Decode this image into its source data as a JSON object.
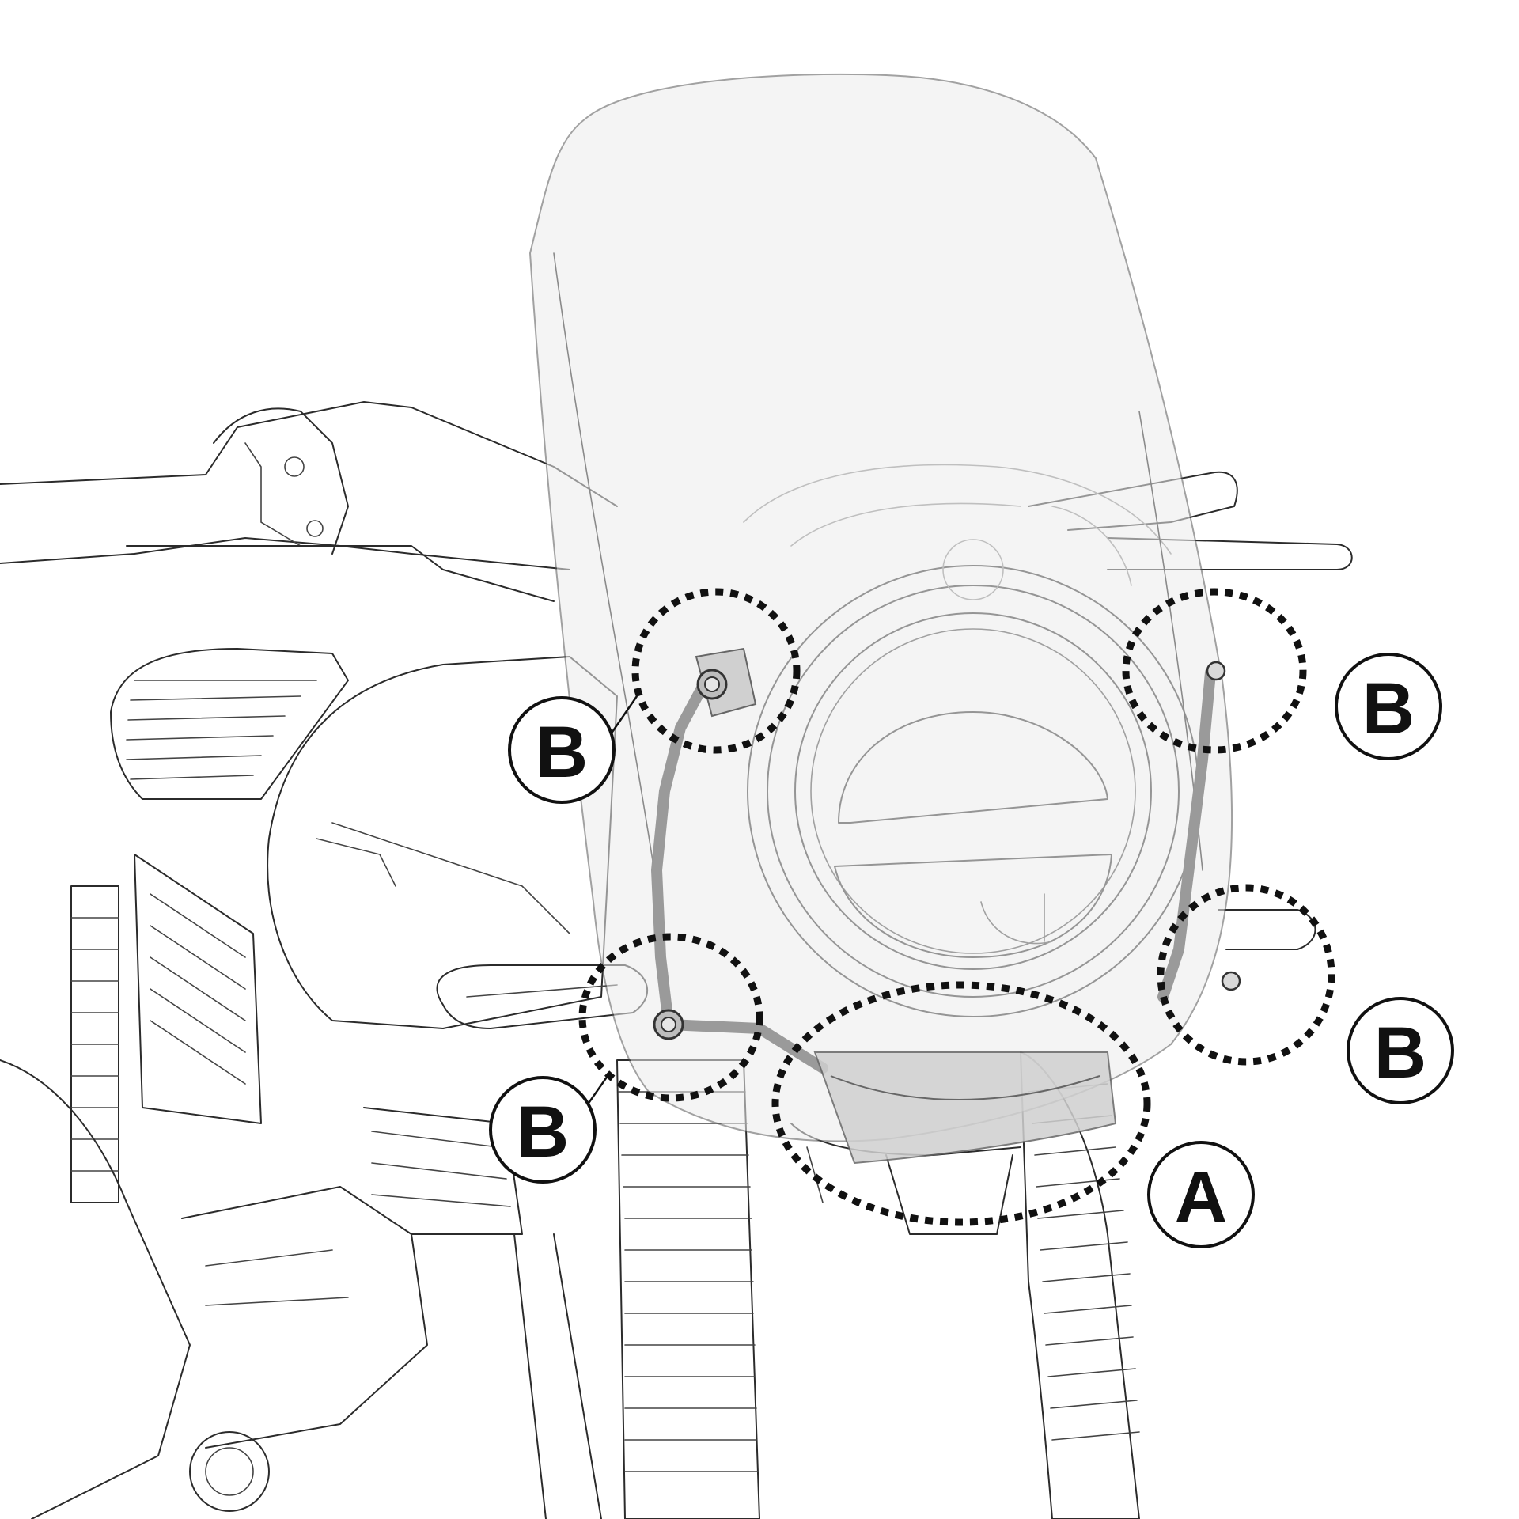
{
  "diagram": {
    "subject": "windscreen-mounting-on-motorcycle-headlight",
    "callouts": [
      {
        "id": "b-upper-left",
        "label": "B"
      },
      {
        "id": "b-upper-right",
        "label": "B"
      },
      {
        "id": "b-lower-left",
        "label": "B"
      },
      {
        "id": "b-lower-right",
        "label": "B"
      },
      {
        "id": "a-bottom",
        "label": "A"
      }
    ],
    "colors": {
      "line": "#2b2b2b",
      "windscreen_tint": "#ececec",
      "bracket": "#9a9a9a",
      "callout": "#111111"
    }
  }
}
